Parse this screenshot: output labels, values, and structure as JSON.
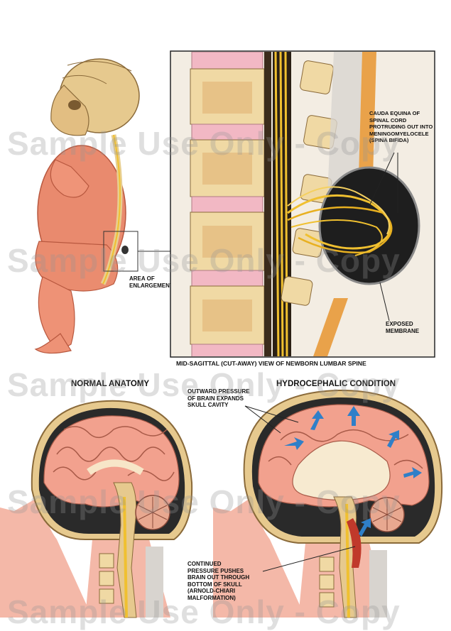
{
  "caption": "MID-SAGITTAL (CUT-AWAY) VIEW OF NEWBORN LUMBAR SPINE",
  "labels": {
    "area_of_enlargement": "AREA OF\nENLARGEMENT",
    "cauda_equina": "CAUDA EQUINA OF\nSPINAL CORD\nPROTRUDING OUT INTO\nMENINGOMYELOCELE\n(SPINA BIFIDA)",
    "exposed_membrane": "EXPOSED\nMEMBRANE",
    "outward_pressure": "OUTWARD PRESSURE\nOF BRAIN EXPANDS\nSKULL CAVITY",
    "continued_pressure": "CONTINUED\nPRESSURE PUSHES\nBRAIN OUT THROUGH\nBOTTOM OF SKULL\n(ARNOLD-CHIARI\nMALFORMATION)"
  },
  "titles": {
    "normal": "NORMAL ANATOMY",
    "hydro": "HYDROCEPHALIC CONDITION"
  },
  "watermark": "Sample Use Only - Copy",
  "colors": {
    "skin": "#e98a6e",
    "skull": "#e6c98e",
    "brain": "#f2a18e",
    "nerve": "#f0c030",
    "membrane_dark": "#1e1e1e",
    "bone": "#f0d9a4",
    "disc": "#f2b8c4",
    "arrow_blue": "#2f7fc8"
  }
}
